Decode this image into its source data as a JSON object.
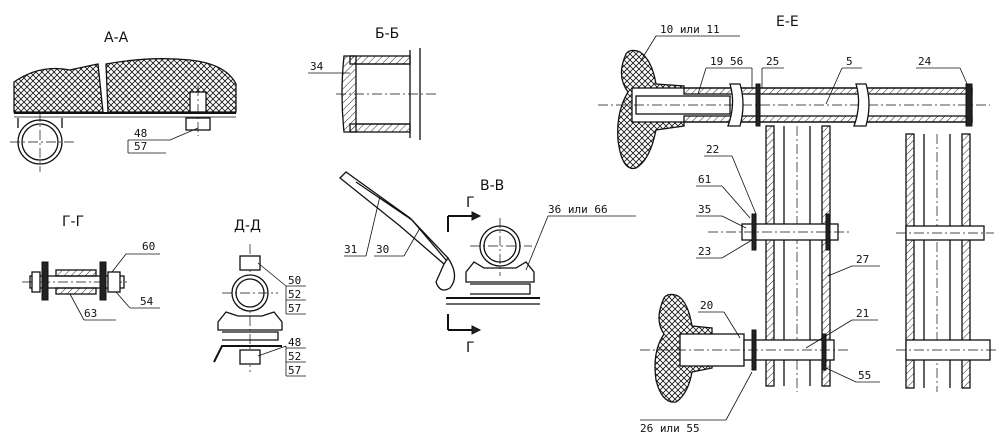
{
  "views": {
    "aa": {
      "title": "А-А",
      "labels": [
        "48",
        "57"
      ]
    },
    "bb": {
      "title": "Б-Б",
      "labels": [
        "34"
      ]
    },
    "vv": {
      "title": "В-В",
      "labels": [
        "31",
        "30",
        "36 или 66"
      ],
      "cut": "Г"
    },
    "gg": {
      "title": "Г-Г",
      "labels": [
        "60",
        "54",
        "63"
      ]
    },
    "dd": {
      "title": "Д-Д",
      "labels": [
        "50",
        "52",
        "57",
        "48",
        "52",
        "57"
      ]
    },
    "ee": {
      "title": "Е-Е",
      "labels": [
        "10 или 11",
        "19",
        "56",
        "25",
        "5",
        "24",
        "22",
        "61",
        "35",
        "23",
        "27",
        "20",
        "21",
        "26 или 55",
        "55"
      ]
    }
  }
}
